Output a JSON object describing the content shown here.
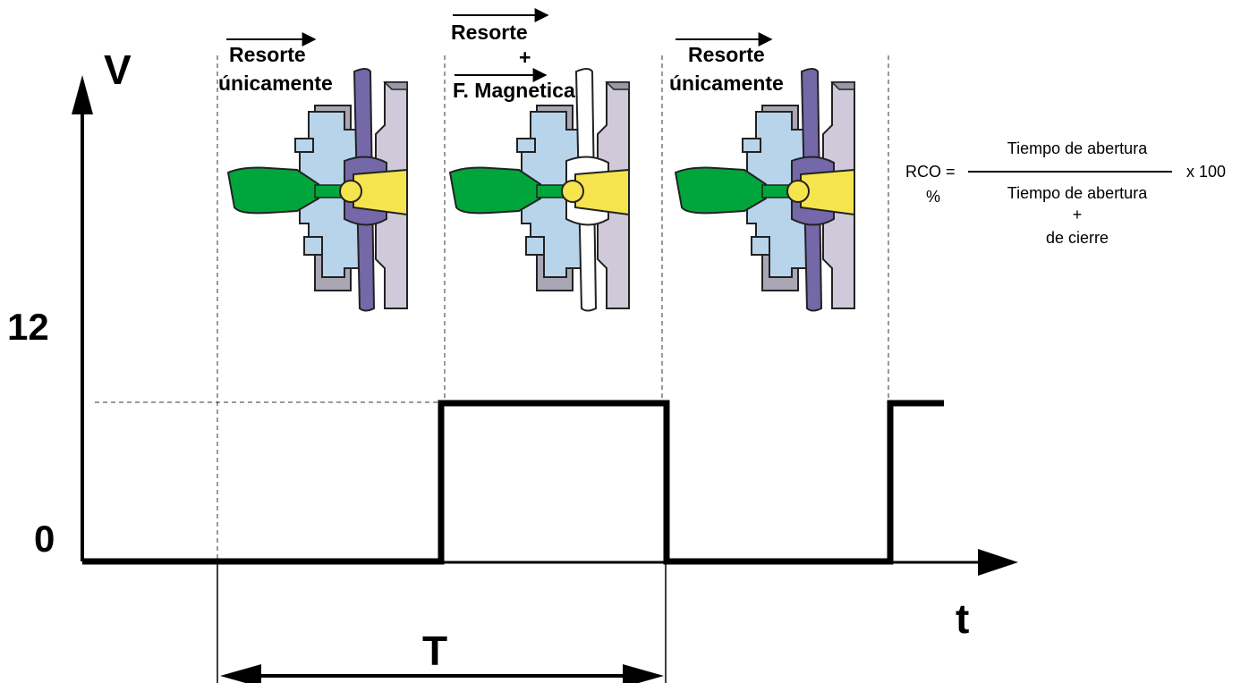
{
  "axes": {
    "y_label": "V",
    "x_label": "t",
    "tick_high": "12",
    "tick_low": "0",
    "period_label": "T"
  },
  "phases": [
    {
      "arrow_line1": "Resorte",
      "line2": "",
      "line3": "únicamente"
    },
    {
      "arrow_line1": "Resorte",
      "line2": "+",
      "line3": "F. Magnetica"
    },
    {
      "arrow_line1": "Resorte",
      "line2": "",
      "line3": "únicamente"
    }
  ],
  "formula": {
    "lhs_top": "RCO =",
    "lhs_bottom": "%",
    "numerator": "Tiempo de abertura",
    "denominator_line1": "Tiempo de abertura",
    "denominator_line2": "+",
    "denominator_line3": "de cierre",
    "multiplier": "x 100"
  },
  "colors": {
    "needle_green": "#00A63C",
    "needle_yellow": "#F6E44E",
    "body_light_blue": "#B8D4EA",
    "coil_purple": "#7468A8",
    "housing_lilac": "#CFC9DA",
    "housing_grey": "#9A98A6"
  },
  "icons": [
    "injector-valve-icon"
  ]
}
